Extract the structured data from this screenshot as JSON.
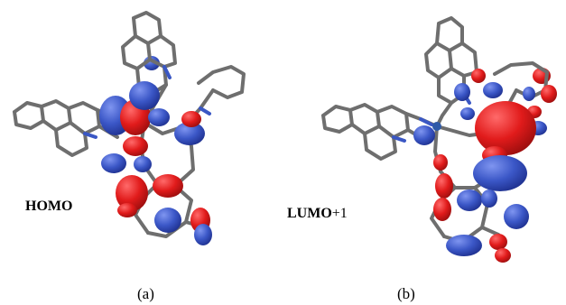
{
  "panels": [
    {
      "orbital_name": "HOMO",
      "orbital_suffix": "",
      "panel_label": "(a)"
    },
    {
      "orbital_name": "LUMO",
      "orbital_suffix": "+1",
      "panel_label": "(b)"
    }
  ],
  "colors": {
    "bond": "#6e6e6e",
    "nitrogen": "#3a57c4",
    "metal": "#2f5aa8",
    "lobe_positive": "#e11b1b",
    "lobe_negative": "#3b57c7"
  }
}
